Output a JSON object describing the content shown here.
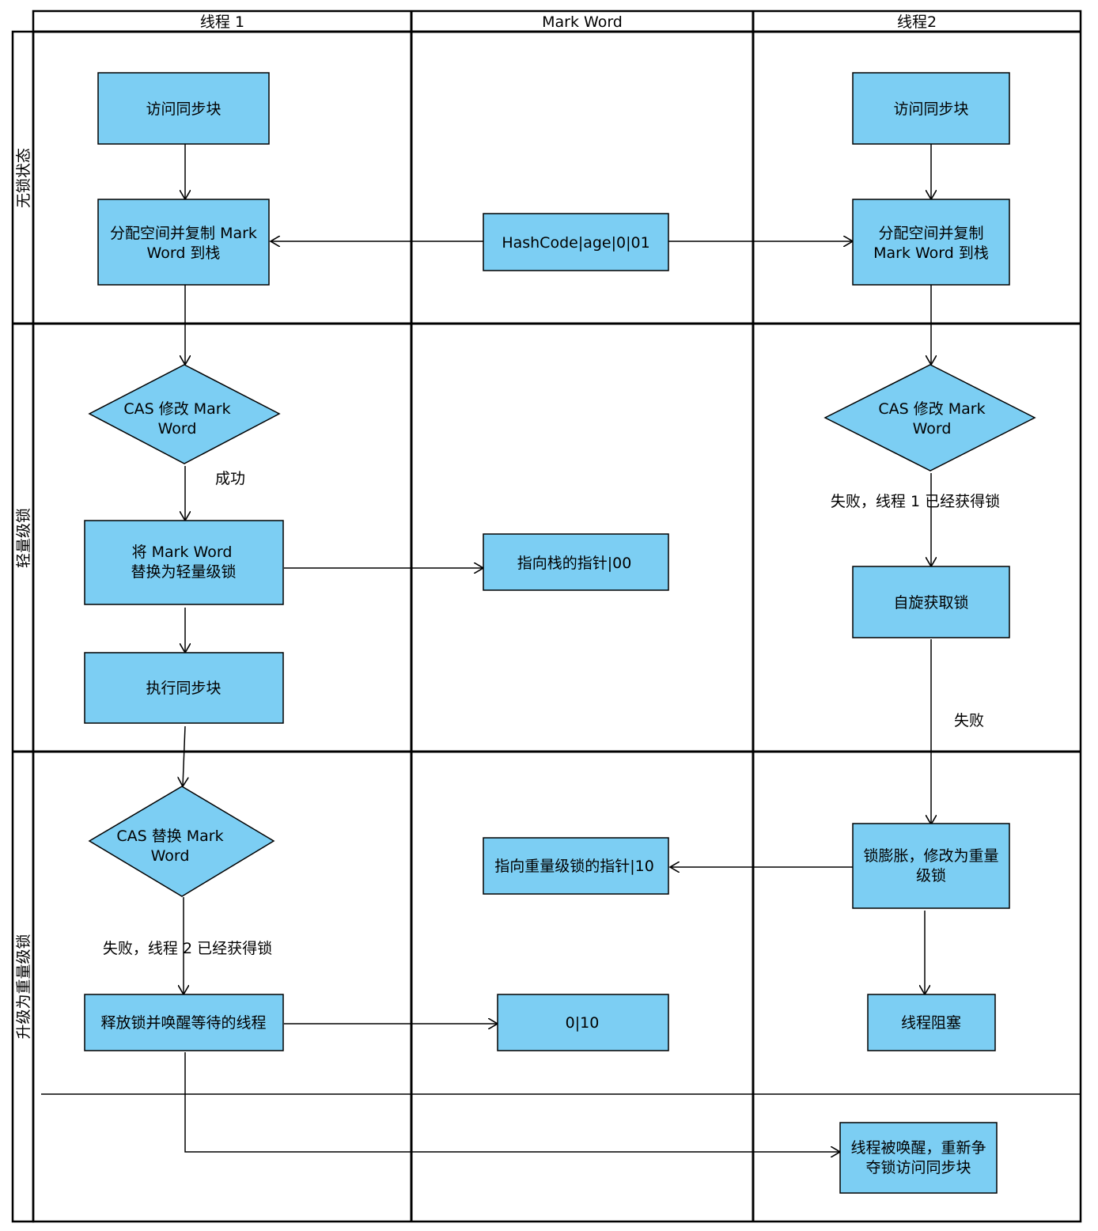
{
  "columns": {
    "thread1": "线程 1",
    "markword": "Mark Word",
    "thread2": "线程2"
  },
  "lanes": {
    "unlocked": "无锁状态",
    "lightweight": "轻量级锁",
    "heavyweight": "升级为重量级锁"
  },
  "nodes": {
    "t1_access": [
      "访问同步块"
    ],
    "t1_alloc": [
      "分配空间并复制 Mark",
      "Word 到栈"
    ],
    "mw_hash": [
      "HashCode|age|0|01"
    ],
    "t2_access": [
      "访问同步块"
    ],
    "t2_alloc": [
      "分配空间并复制",
      "Mark Word 到栈"
    ],
    "t1_cas": [
      "CAS 修改 Mark",
      "Word"
    ],
    "t2_cas": [
      "CAS 修改 Mark",
      "Word"
    ],
    "t1_replace": [
      "将 Mark Word",
      "替换为轻量级锁"
    ],
    "mw_stack_ptr": [
      "指向栈的指针|00"
    ],
    "t2_spin": [
      "自旋获取锁"
    ],
    "t1_exec": [
      "执行同步块"
    ],
    "t1_cas_replace": [
      "CAS 替换 Mark",
      "Word"
    ],
    "mw_heavy_ptr": [
      "指向重量级锁的指针|10"
    ],
    "t2_inflate": [
      "锁膨胀，修改为重量",
      "级锁"
    ],
    "t1_release": [
      "释放锁并唤醒等待的线程"
    ],
    "mw_010": [
      "0|10"
    ],
    "t2_block": [
      "线程阻塞"
    ],
    "t2_wake": [
      "线程被唤醒，重新争",
      "夺锁访问同步块"
    ]
  },
  "edge_labels": {
    "t1_success": "成功",
    "t2_fail_owned": "失败，线程 1 已经获得锁",
    "t2_fail": "失败",
    "t1_fail_owned": "失败，线程 2 已经获得锁"
  },
  "colors": {
    "node_fill": "#7ccef3",
    "stroke": "#000000",
    "background": "#ffffff"
  }
}
